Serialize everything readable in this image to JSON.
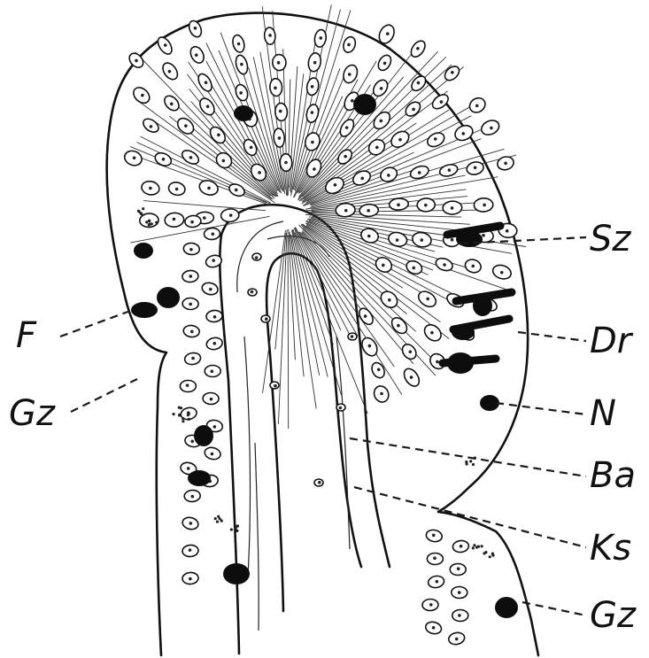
{
  "labels": {
    "sz": "Sz",
    "dr": "Dr",
    "n": "N",
    "ba": "Ba",
    "ks": "Ks",
    "gz_right": "Gz",
    "f": "F",
    "gz_left": "Gz"
  },
  "colors": {
    "ink": "#111111",
    "paper": "#ffffff"
  }
}
